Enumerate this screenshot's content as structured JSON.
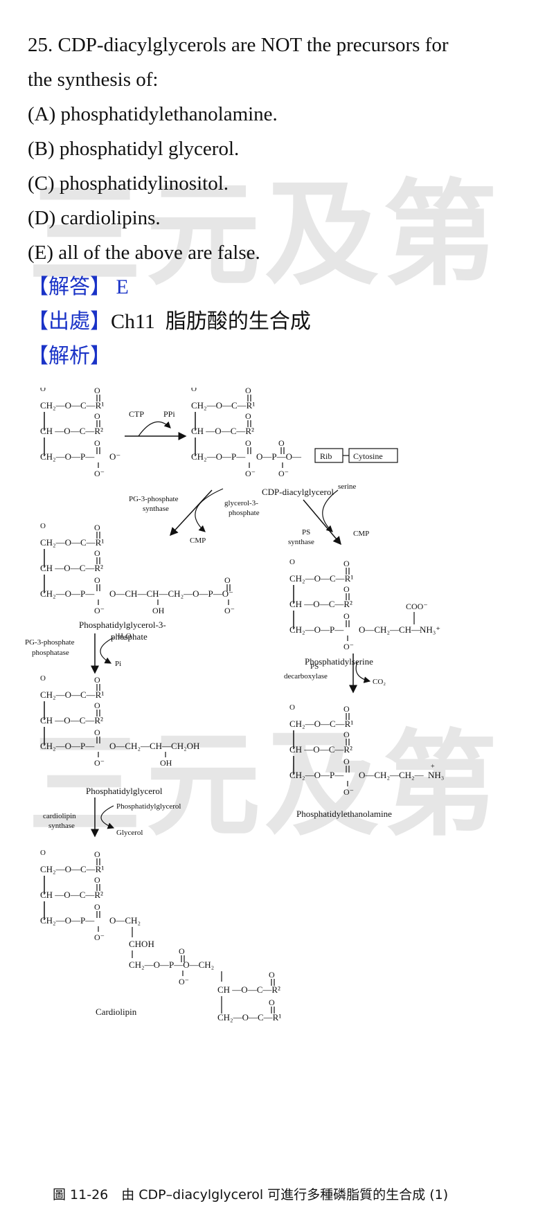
{
  "watermark": "三元及第",
  "question": {
    "stem_line1": "25. CDP-diacylglycerols are NOT the precursors for",
    "stem_line2": "the synthesis of:",
    "options": [
      "(A) phosphatidylethanolamine.",
      "(B) phosphatidyl glycerol.",
      "(C) phosphatidylinositol.",
      "(D) cardiolipins.",
      "(E) all of the above are false."
    ]
  },
  "answer": {
    "label": "解答",
    "value": "E"
  },
  "source": {
    "label": "出處",
    "chapter": "Ch11",
    "topic": "脂肪酸的生合成"
  },
  "analysis": {
    "label": "解析"
  },
  "diagram": {
    "ctp": "CTP",
    "ppi": "PPi",
    "rib": "Rib",
    "cytosine": "Cytosine",
    "cdp_dag": "CDP-diacylglycerol",
    "pg3p_synthase_1": "PG-3-phosphate",
    "pg3p_synthase_2": "synthase",
    "g3p_1": "glycerol-3-",
    "g3p_2": "phosphate",
    "cmp": "CMP",
    "ps_synthase_1": "PS",
    "ps_synthase_2": "synthase",
    "serine": "serine",
    "pgp_name_1": "Phosphatidylglycerol-3-",
    "pgp_name_2": "phosphate",
    "ps_name": "Phosphatidylserine",
    "pgpase_1": "PG-3-phosphate",
    "pgpase_2": "phosphatase",
    "h2o": "H₂O",
    "pi": "Pi",
    "ps_decarb_1": "PS",
    "ps_decarb_2": "decarboxylase",
    "co2": "CO₂",
    "pg_name": "Phosphatidylglycerol",
    "pe_name": "Phosphatidylethanolamine",
    "cls_1": "cardiolipin",
    "cls_2": "synthase",
    "cls_in": "Phosphatidylglycerol",
    "glycerol": "Glycerol",
    "cl_name": "Cardiolipin",
    "coo": "COO⁻",
    "nh3p": "NH₃⁺",
    "nh3": "NH₃",
    "choh": "CHOH",
    "pg_tail": "O—CH₂—CH—CH₂OH",
    "oh": "OH"
  },
  "caption": "圖 11-26　由 CDP–diacylglycerol 可進行多種磷脂質的生合成 (1)"
}
